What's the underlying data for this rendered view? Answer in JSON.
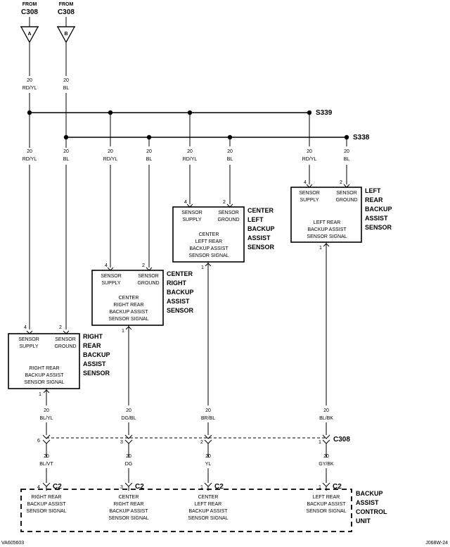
{
  "sources": [
    {
      "from": "FROM",
      "connector": "C308",
      "tag": "A"
    },
    {
      "from": "FROM",
      "connector": "C308",
      "tag": "B"
    }
  ],
  "source_wires": [
    {
      "gauge": "20",
      "color": "RD/YL"
    },
    {
      "gauge": "20",
      "color": "BL"
    }
  ],
  "splices": {
    "s339": "S339",
    "s338": "S338"
  },
  "wires": {
    "w1_supply": {
      "gauge": "20",
      "color": "RD/YL"
    },
    "w1_ground": {
      "gauge": "20",
      "color": "BL"
    },
    "w2_supply": {
      "gauge": "20",
      "color": "RD/YL"
    },
    "w2_ground": {
      "gauge": "20",
      "color": "BL"
    },
    "w3_supply": {
      "gauge": "20",
      "color": "RD/YL"
    },
    "w3_ground": {
      "gauge": "20",
      "color": "BL"
    },
    "w4_supply": {
      "gauge": "20",
      "color": "RD/YL"
    },
    "w4_ground": {
      "gauge": "20",
      "color": "BL"
    }
  },
  "sensors": [
    {
      "pin_supply": "4",
      "pin_ground": "2",
      "pin_signal": "1",
      "supply": [
        "SENSOR",
        "SUPPLY"
      ],
      "ground": [
        "SENSOR",
        "GROUND"
      ],
      "signal": [
        "RIGHT REAR",
        "BACKUP ASSIST",
        "SENSOR SIGNAL"
      ],
      "name": [
        "RIGHT",
        "REAR",
        "BACKUP",
        "ASSIST",
        "SENSOR"
      ],
      "out_gauge": "20",
      "out_color": "BL/YL",
      "c308_pin": "6",
      "in_gauge": "20",
      "in_color": "BL/VT",
      "c2_pin": "4"
    },
    {
      "pin_supply": "4",
      "pin_ground": "2",
      "pin_signal": "1",
      "supply": [
        "SENSOR",
        "SUPPLY"
      ],
      "ground": [
        "SENSOR",
        "GROUND"
      ],
      "signal": [
        "CENTER",
        "RIGHT REAR",
        "BACKUP ASSIST",
        "SENSOR SIGNAL"
      ],
      "name": [
        "CENTER",
        "RIGHT",
        "BACKUP",
        "ASSIST",
        "SENSOR"
      ],
      "out_gauge": "20",
      "out_color": "DG/BL",
      "c308_pin": "3",
      "in_gauge": "20",
      "in_color": "DG",
      "c2_pin": "3"
    },
    {
      "pin_supply": "4",
      "pin_ground": "2",
      "pin_signal": "1",
      "supply": [
        "SENSOR",
        "SUPPLY"
      ],
      "ground": [
        "SENSOR",
        "GROUND"
      ],
      "signal": [
        "CENTER",
        "LEFT REAR",
        "BACKUP ASSIST",
        "SENSOR SIGNAL"
      ],
      "name": [
        "CENTER",
        "LEFT",
        "BACKUP",
        "ASSIST",
        "SENSOR"
      ],
      "out_gauge": "20",
      "out_color": "BR/BL",
      "c308_pin": "2",
      "in_gauge": "20",
      "in_color": "YL",
      "c2_pin": "1"
    },
    {
      "pin_supply": "4",
      "pin_ground": "2",
      "pin_signal": "1",
      "supply": [
        "SENSOR",
        "SUPPLY"
      ],
      "ground": [
        "SENSOR",
        "GROUND"
      ],
      "signal": [
        "LEFT REAR",
        "BACKUP ASSIST",
        "SENSOR SIGNAL"
      ],
      "name": [
        "LEFT",
        "REAR",
        "BACKUP",
        "ASSIST",
        "SENSOR"
      ],
      "out_gauge": "20",
      "out_color": "BL/BK",
      "c308_pin": "1",
      "in_gauge": "20",
      "in_color": "GY/BK",
      "c2_pin": "1"
    }
  ],
  "c308_label": "C308",
  "c2_label": "C2",
  "module": {
    "name": [
      "BACKUP",
      "ASSIST",
      "CONTROL",
      "UNIT"
    ],
    "inputs": [
      [
        "RIGHT REAR",
        "BACKUP ASSIST",
        "SENSOR SIGNAL"
      ],
      [
        "CENTER",
        "RIGHT REAR",
        "BACKUP ASSIST",
        "SENSOR SIGNAL"
      ],
      [
        "CENTER",
        "LEFT REAR",
        "BACKUP ASSIST",
        "SENSOR SIGNAL"
      ],
      [
        "LEFT REAR",
        "BACKUP ASSIST",
        "SENSOR SIGNAL"
      ]
    ]
  },
  "footer": {
    "left": "VA605603",
    "right": "J068W-24"
  }
}
